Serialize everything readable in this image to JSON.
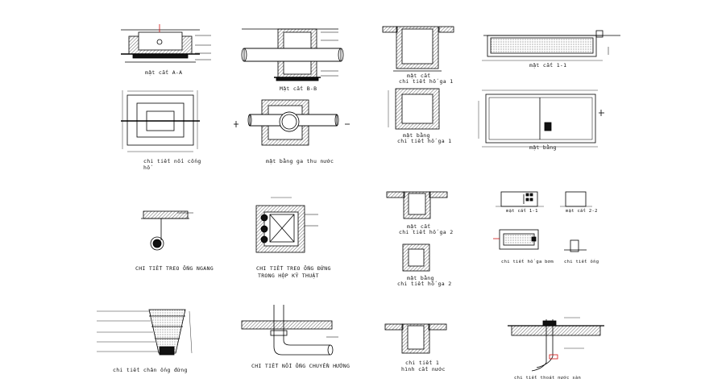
{
  "colors": {
    "background": "#ffffff",
    "line": "#000000",
    "hatch": "#444444",
    "accent": "#d01010",
    "fill": "#1a1a1a"
  },
  "labels": {
    "mat_cat_aa": "mặt cắt A-A",
    "mat_cat_bb": "Mặt cắt B-B",
    "mat_cat_1_1": "mặt cắt 1-1",
    "mat_cat_hg1": "mặt cắt",
    "chi_tiet_hg1_top": "chi tiết hố ga 1",
    "chi_tiet_noi_cong": "chi tiết nối cống",
    "chi_tiet_noi_cong_2": "hố",
    "mat_bang_ga_thu_nuoc": "mặt bằng ga thu nước",
    "mat_bang_hg1": "mặt bằng",
    "chi_tiet_hg1_bot": "chi tiết hố ga 1",
    "mat_bang_plan": "mặt bằng",
    "chi_tiet_treo_ong_ngang": "CHI TIẾT TREO ỐNG NGANG",
    "chi_tiet_treo_ong_dung_1": "CHI TIẾT TREO ỐNG ĐỨNG",
    "chi_tiet_treo_ong_dung_2": "TRONG HỘP KỸ THUẬT",
    "mat_cat_hg2": "mặt cắt",
    "chi_tiet_hg2": "chi tiết hố ga 2",
    "mat_bang_hg2": "mặt bằng",
    "chi_tiet_hg2_b": "chi tiết hố ga 2",
    "mat_cat_1_1_small": "mặt cắt 1-1",
    "mat_cat_2_2_small": "mặt cắt 2-2",
    "chi_tiet_ho_ga_boc": "chi tiết hố ga bơm",
    "chi_tiet_ong_small": "chi tiết ống",
    "chi_tiet_chan_ong": "chi tiết chân ống đứng",
    "chi_tiet_noi_ong_chuyen_huong": "CHI TIẾT NỐI ỐNG CHUYỂN HƯỚNG",
    "chi_tiet_1": "chi tiết 1",
    "hinh_cat_nuoc": "hình cắt nước",
    "chi_tiet_thoat_nuoc_san": "chi tiết thoát nước sàn"
  }
}
